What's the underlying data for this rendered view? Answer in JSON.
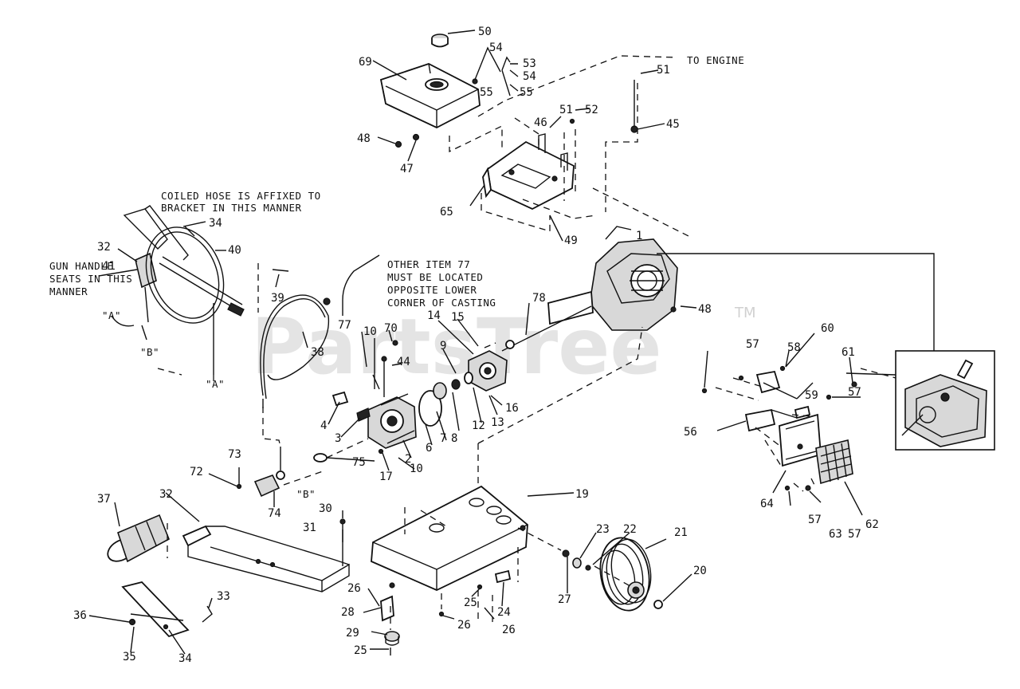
{
  "watermark": {
    "text": "PartsTree",
    "trademark": "TM"
  },
  "notes": {
    "coiled_hose": [
      "COILED HOSE IS AFFIXED TO",
      "BRACKET IN THIS MANNER"
    ],
    "gun_handle": [
      "GUN HANDLE",
      "SEATS IN THIS",
      "MANNER"
    ],
    "other_item": [
      "OTHER ITEM 77",
      "MUST BE LOCATED",
      "OPPOSITE LOWER",
      "CORNER OF CASTING"
    ],
    "to_engine": "TO ENGINE"
  },
  "refs": {
    "a1": "\"A\"",
    "b1": "\"B\"",
    "a2": "\"A\"",
    "b2": "\"B\""
  },
  "callouts": {
    "c50": "50",
    "c54a": "54",
    "c53": "53",
    "c54b": "54",
    "c55a": "55",
    "c55b": "55",
    "c69": "69",
    "c51a": "51",
    "c45": "45",
    "c51b": "51",
    "c52": "52",
    "c46": "46",
    "c48a": "48",
    "c47": "47",
    "c65": "65",
    "c49": "49",
    "c34a": "34",
    "c32a": "32",
    "c41": "41",
    "c40": "40",
    "c39": "39",
    "c38": "38",
    "c77": "77",
    "c10a": "10",
    "c70": "70",
    "c44": "44",
    "c78": "78",
    "c14": "14",
    "c15": "15",
    "c48b": "48",
    "c9": "9",
    "c16": "16",
    "c13": "13",
    "c12": "12",
    "c8": "8",
    "c7": "7",
    "c6": "6",
    "c4": "4",
    "c3": "3",
    "c2": "2",
    "c10b": "10",
    "c17": "17",
    "c75": "75",
    "c73": "73",
    "c72": "72",
    "c74": "74",
    "c37": "37",
    "c32b": "32",
    "c30": "30",
    "c31": "31",
    "c19": "19",
    "c33": "33",
    "c36": "36",
    "c35": "35",
    "c34b": "34",
    "c26a": "26",
    "c28": "28",
    "c29": "29",
    "c25a": "25",
    "c25b": "25",
    "c26b": "26",
    "c26c": "26",
    "c24": "24",
    "c27": "27",
    "c23": "23",
    "c22": "22",
    "c21": "21",
    "c20": "20",
    "c57a": "57",
    "c58": "58",
    "c60": "60",
    "c61": "61",
    "c57b": "57",
    "c59": "59",
    "c56": "56",
    "c64": "64",
    "c57c": "57",
    "c63": "63",
    "c57d": "57",
    "c62": "62",
    "c1": "1"
  }
}
